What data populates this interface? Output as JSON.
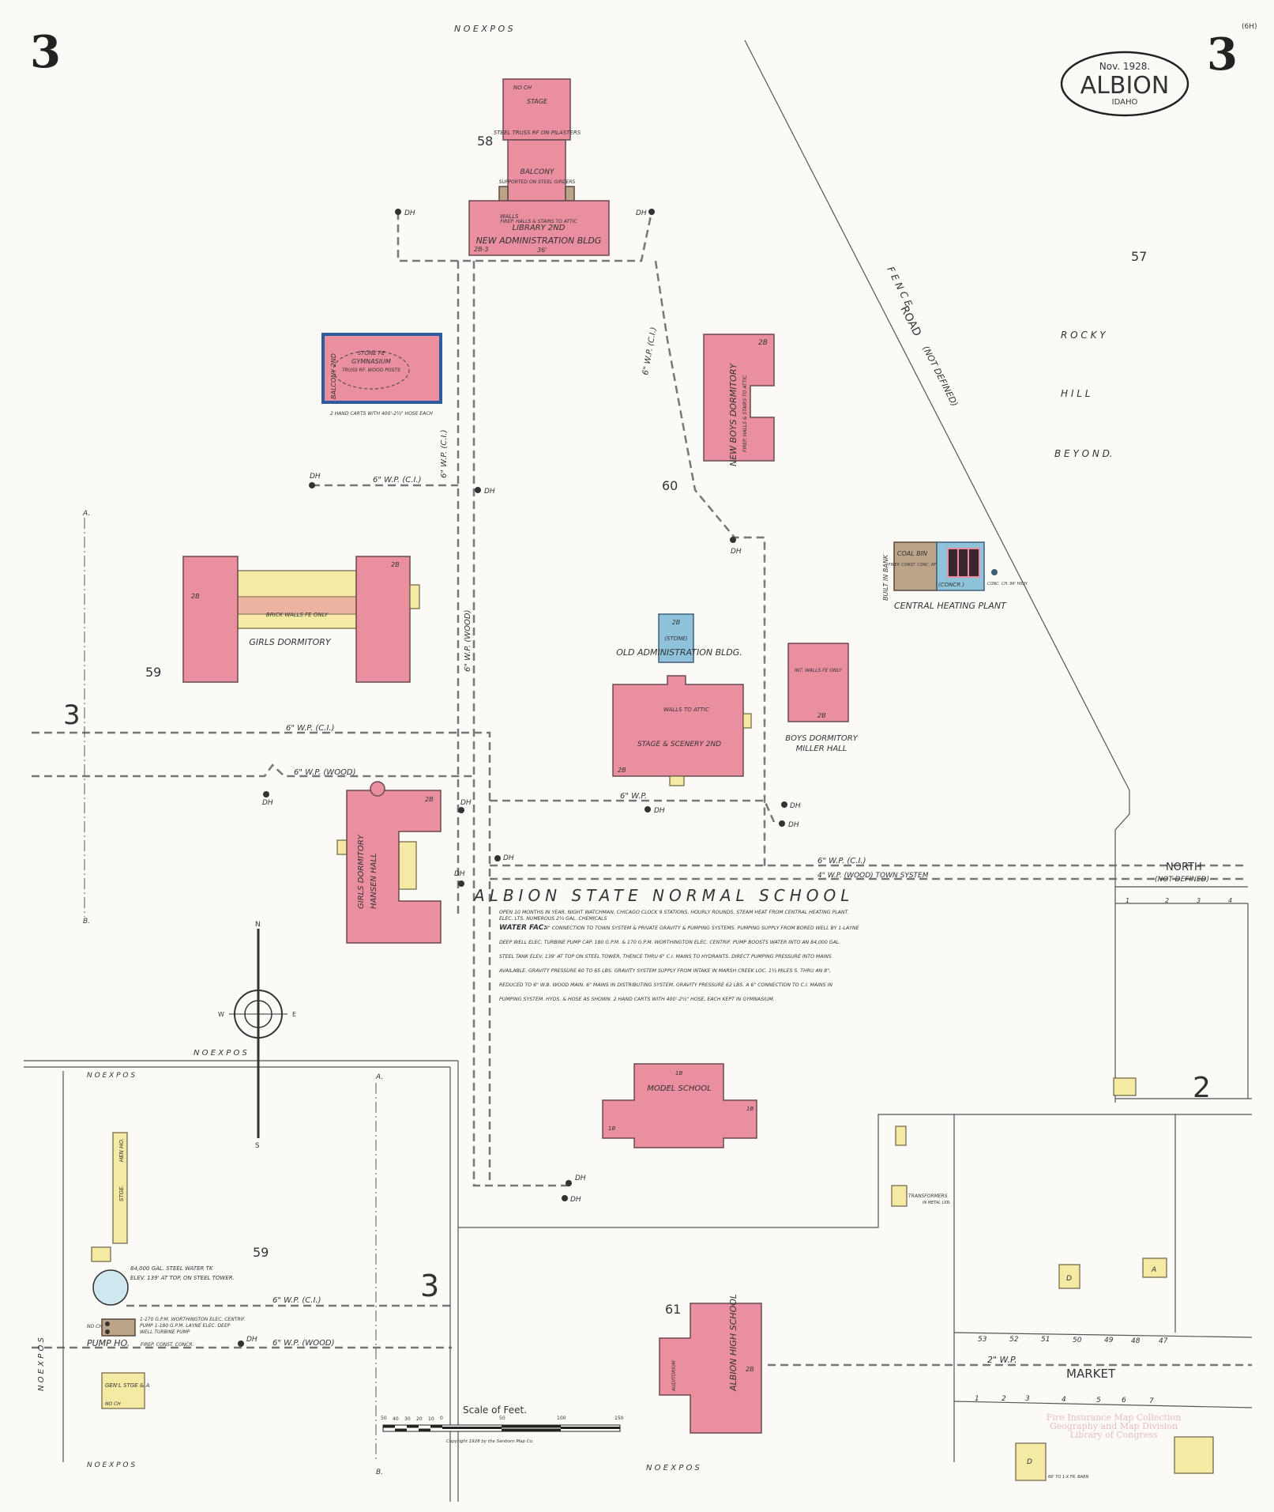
{
  "sheet": {
    "number_left": "3",
    "number_right": "3",
    "corner_note": "(6H)"
  },
  "title_oval": {
    "date": "Nov. 1928.",
    "city": "ALBION",
    "state": "IDAHO"
  },
  "margins": {
    "top": "N O   E X P O S",
    "bottom_right": "N O   E X P O S",
    "bottom_left": "N O   E X P O S",
    "left": "N O   E X P O S",
    "mid": "N O   E X P O S",
    "mid_left": "N O   E X P O S"
  },
  "colors": {
    "brick": "#e98fa0",
    "stone": "#8fc3dc",
    "frame": "#f4eaa4",
    "concrete": "#bca48a"
  },
  "block_numbers": {
    "b57": "57",
    "b58": "58",
    "b59a": "59",
    "b59b": "59",
    "b60": "60",
    "b61": "61"
  },
  "sheet_refs": {
    "left": "3",
    "bottom": "3",
    "right": "2"
  },
  "rocky_hill": [
    "R O C K Y",
    "H I L L",
    "B E Y O N D."
  ],
  "road": {
    "name": "ROAD",
    "note": "(NOT DEFINED)",
    "fence": "F  E  N  C  E"
  },
  "school": {
    "title": "ALBION   STATE   NORMAL   SCHOOL",
    "notes": [
      "OPEN 10 MONTHS IN YEAR. NIGHT WATCHMAN, CHICAGO CLOCK 9 STATIONS, HOURLY ROUNDS. STEAM HEAT FROM CENTRAL HEATING PLANT.",
      "ELEC. LTS. NUMEROUS 2½ GAL. CHEMICALS"
    ],
    "water_label": "WATER FAC:",
    "water_lines": [
      "4\" CONNECTION TO TOWN SYSTEM & PRIVATE GRAVITY & PUMPING SYSTEMS. PUMPING SUPPLY FROM BORED WELL BY 1-LAYNE",
      "DEEP WELL ELEC. TURBINE PUMP CAP. 180 G.P.M. & 170 G.P.M. WORTHINGTON ELEC. CENTRIF. PUMP BOOSTS WATER INTO AN 84,000 GAL.",
      "STEEL TANK ELEV. 139' AT TOP ON STEEL TOWER, THENCE THRU 6\" C.I. MAINS TO HYDRANTS. DIRECT PUMPING PRESSURE INTO MAINS",
      "AVAILABLE. GRAVITY PRESSURE 60 TO 65 LBS. GRAVITY SYSTEM SUPPLY FROM INTAKE IN MARSH CREEK LOC. 1½ MILES S. THRU AN 8\",",
      "REDUCED TO 6\" W.B. WOOD MAIN. 6\" MAINS IN DISTRIBUTING SYSTEM, GRAVITY PRESSURE 62 LBS. A 6\" CONNECTION TO C.I. MAINS IN",
      "PUMPING SYSTEM. HYDS. & HOSE AS SHOWN. 2 HAND CARTS WITH 400'-2½\" HOSE, EACH KEPT IN GYMNASIUM."
    ]
  },
  "buildings": {
    "new_admin": {
      "name": "NEW ADMINISTRATION BLDG",
      "notes": [
        "NO CH",
        "STAGE",
        "STEEL TRUSS RF ON PILASTERS",
        "BALCONY",
        "SUPPORTED ON STEEL GIRDERS",
        "LIBRARY 2ND",
        "WALLS",
        "FIREP. HALLS & STAIRS TO ATTIC",
        "2B-3",
        "36'"
      ]
    },
    "gymnasium": {
      "name": "GYMNASIUM",
      "notes": [
        "STONE FE",
        "TRUSS RF. WOOD POSTS",
        "BALCONY 2ND",
        "2 HAND CARTS WITH 400'-2½\" HOSE EACH"
      ]
    },
    "new_boys_dorm": {
      "name": "NEW BOYS DORMITORY",
      "notes": [
        "2B",
        "FIREP. HALLS & STAIRS TO ATTIC"
      ]
    },
    "girls_dorm": {
      "name": "GIRLS DORMITORY",
      "notes": [
        "BRICK WALLS FE ONLY",
        "2B",
        "2B"
      ]
    },
    "old_admin": {
      "name": "OLD ADMINISTRATION BLDG.",
      "notes": [
        "2B",
        "(STONE)",
        "STAGE & SCENERY 2ND",
        "WALLS TO ATTIC",
        "2B"
      ]
    },
    "miller_hall": {
      "name": "BOYS DORMITORY",
      "name2": "MILLER HALL",
      "notes": [
        "INT. WALLS FE ONLY",
        "2B"
      ]
    },
    "heating_plant": {
      "name": "CENTRAL HEATING PLANT",
      "notes": [
        "COAL BIN",
        "FIREP. CONST. CONC. RF",
        "(CONCR.)",
        "CONC. CH. 96' HIGH",
        "BUILT IN BANK"
      ]
    },
    "hansen_hall": {
      "name": "GIRLS DORMITORY",
      "name2": "HANSEN HALL",
      "notes": [
        "2B"
      ]
    },
    "model_school": {
      "name": "MODEL SCHOOL",
      "notes": [
        "1B",
        "1B",
        "1B"
      ]
    },
    "high_school": {
      "name": "ALBION HIGH SCHOOL",
      "notes": [
        "AUDITORIUM",
        "2B"
      ]
    },
    "water_tank": {
      "note1": "84,000 GAL. STEEL WATER TK",
      "note2": "ELEV. 139' AT TOP, ON STEEL TOWER."
    },
    "pump_house": {
      "name": "PUMP HO.",
      "construction": "FIREP. CONST. CONCR.",
      "note1": "1-170 G.P.M. WORTHINGTON ELEC. CENTRIF.",
      "note2": "PUMP 1-180 G.P.M. LAYNE ELEC. DEEP",
      "note3": "WELL TURBINE PUMP",
      "no_ch": "NO CH"
    },
    "storage": {
      "name": "GEN'L STGE & A",
      "no_ch": "NO CH"
    },
    "stge": {
      "name": "STGE.",
      "name2": "HEN HO."
    },
    "transformers": {
      "name": "TRANSFORMERS",
      "note": "IN METAL LKR."
    },
    "dwellings": {
      "d1": "D",
      "d2": "A",
      "d3": "D",
      "garage_note": "66' TO 1-X FR. BARN"
    }
  },
  "pipes": {
    "cwp1": "6\" W.P. (C.I.)",
    "cwp2": "6\" W.P. (C.I.)",
    "cwp3": "6\" W.P. (C.I.)",
    "wood1": "6\" W.P. (WOOD)",
    "wood_town": "4\" W.P. (WOOD) TOWN SYSTEM",
    "cwp4": "6\" W.P. (C.I.)",
    "cwp5": "6\" W.P. (C.I.)",
    "wood2": "6\" W.P. (WOOD)",
    "gw": "6\" W.P.",
    "market": "2\" W.P.",
    "vert1": "6\" W.P. (C.I.)",
    "vert2": "6\" W.P. (WOOD)"
  },
  "hydrant_label": "DH",
  "streets": {
    "north": "NORTH",
    "north_note": "(NOT DEFINED)",
    "market": "MARKET",
    "north_nums": [
      "1",
      "2",
      "3",
      "4"
    ],
    "market_top": [
      "53",
      "52",
      "51",
      "50",
      "49",
      "48",
      "47"
    ],
    "market_bottom": [
      "1",
      "2",
      "3",
      "4",
      "5",
      "6",
      "7"
    ],
    "ab_top": "A.",
    "ab_bottom": "B.",
    "a_left": "A.",
    "b_left": "B."
  },
  "compass": {
    "n": "N",
    "s": "S",
    "e": "E",
    "w": "W"
  },
  "scale": {
    "title": "Scale of Feet.",
    "ticks": [
      "50",
      "40",
      "30",
      "20",
      "10",
      "0",
      "50",
      "100",
      "150"
    ],
    "copyright": "Copyright 1928 by the Sanborn Map Co."
  },
  "stamp": [
    "Fire Insurance Map Collection",
    "Geography and Map Division",
    "Library of Congress"
  ]
}
